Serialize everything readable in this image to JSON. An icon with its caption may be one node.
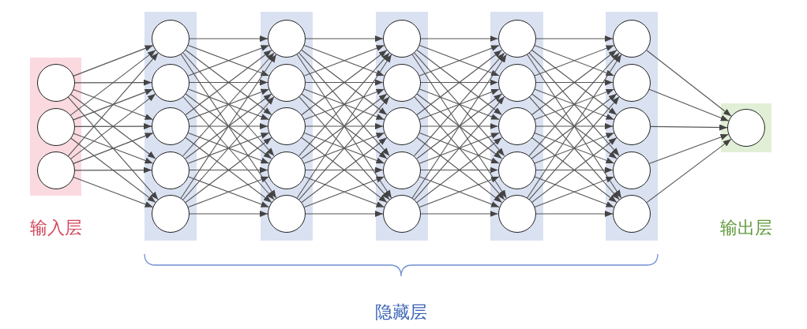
{
  "diagram": {
    "nodes": [
      {
        "text": [
          "输入层"
        ]
      },
      {
        "text": [],
        "shape": "circle",
        "in": 0
      },
      {
        "text": [],
        "shape": "circle",
        "in": 0
      },
      {
        "text": [],
        "shape": "circle",
        "in": 0
      },
      {
        "text": [],
        "shape": "box"
      },
      {
        "text": [],
        "shape": "circle",
        "in": 4
      },
      {
        "text": [],
        "shape": "circle",
        "in": 4
      },
      {
        "text": [],
        "shape": "circle",
        "in": 4
      },
      {
        "text": [],
        "shape": "circle",
        "in": 4
      },
      {
        "text": [],
        "shape": "circle",
        "in": 4
      },
      {
        "text": [],
        "shape": "box"
      },
      {
        "text": [],
        "shape": "circle",
        "in": 10
      },
      {
        "text": [],
        "shape": "circle",
        "in": 10
      },
      {
        "text": [],
        "shape": "circle",
        "in": 10
      },
      {
        "text": [],
        "shape": "circle",
        "in": 10
      },
      {
        "text": [],
        "shape": "circle",
        "in": 10
      },
      {
        "text": [],
        "shape": "box"
      },
      {
        "text": [],
        "shape": "circle",
        "in": 16
      },
      {
        "text": [],
        "shape": "circle",
        "in": 16
      },
      {
        "text": [],
        "shape": "circle",
        "in": 16
      },
      {
        "text": [],
        "shape": "circle",
        "in": 16
      },
      {
        "text": [],
        "shape": "circle",
        "in": 16
      },
      {
        "text": [],
        "shape": "box"
      },
      {
        "text": [],
        "shape": "circle",
        "in": 22
      },
      {
        "text": [],
        "shape": "circle",
        "in": 22
      },
      {
        "text": [],
        "shape": "circle",
        "in": 22
      },
      {
        "text": [],
        "shape": "circle",
        "in": 22
      },
      {
        "text": [],
        "shape": "circle",
        "in": 22
      },
      {
        "text": [],
        "shape": "box"
      },
      {
        "text": [],
        "shape": "circle",
        "in": 28
      },
      {
        "text": [],
        "shape": "circle",
        "in": 28
      },
      {
        "text": [],
        "shape": "circle",
        "in": 28
      },
      {
        "text": [],
        "shape": "circle",
        "in": 28
      },
      {
        "text": [],
        "shape": "circle",
        "in": 28
      },
      {
        "text": [
          "输出层"
        ]
      },
      {
        "text": [],
        "shape": "circle",
        "in": 34
      }
    ],
    "edges": [
      {
        "from": 1,
        "to": 5,
        "arrow": "to"
      },
      {
        "from": 1,
        "to": 6,
        "arrow": "to"
      },
      {
        "from": 1,
        "to": 7,
        "arrow": "to"
      },
      {
        "from": 1,
        "to": 8,
        "arrow": "to"
      },
      {
        "from": 1,
        "to": 9,
        "arrow": "to"
      },
      {
        "from": 2,
        "to": 5,
        "arrow": "to"
      },
      {
        "from": 2,
        "to": 6,
        "arrow": "to"
      },
      {
        "from": 2,
        "to": 7,
        "arrow": "to"
      },
      {
        "from": 2,
        "to": 8,
        "arrow": "to"
      },
      {
        "from": 2,
        "to": 9,
        "arrow": "to"
      },
      {
        "from": 3,
        "to": 5,
        "arrow": "to"
      },
      {
        "from": 3,
        "to": 6,
        "arrow": "to"
      },
      {
        "from": 3,
        "to": 7,
        "arrow": "to"
      },
      {
        "from": 3,
        "to": 8,
        "arrow": "to"
      },
      {
        "from": 3,
        "to": 9,
        "arrow": "to"
      },
      {
        "from": 5,
        "to": 11,
        "arrow": "to"
      },
      {
        "from": 5,
        "to": 12,
        "arrow": "to"
      },
      {
        "from": 5,
        "to": 13,
        "arrow": "to"
      },
      {
        "from": 5,
        "to": 14,
        "arrow": "to"
      },
      {
        "from": 5,
        "to": 15,
        "arrow": "to"
      },
      {
        "from": 6,
        "to": 11,
        "arrow": "to"
      },
      {
        "from": 6,
        "to": 12,
        "arrow": "to"
      },
      {
        "from": 6,
        "to": 13,
        "arrow": "to"
      },
      {
        "from": 6,
        "to": 14,
        "arrow": "to"
      },
      {
        "from": 6,
        "to": 15,
        "arrow": "to"
      },
      {
        "from": 7,
        "to": 11,
        "arrow": "to"
      },
      {
        "from": 7,
        "to": 12,
        "arrow": "to"
      },
      {
        "from": 7,
        "to": 13,
        "arrow": "to"
      },
      {
        "from": 7,
        "to": 14,
        "arrow": "to"
      },
      {
        "from": 7,
        "to": 15,
        "arrow": "to"
      },
      {
        "from": 8,
        "to": 11,
        "arrow": "to"
      },
      {
        "from": 8,
        "to": 12,
        "arrow": "to"
      },
      {
        "from": 8,
        "to": 13,
        "arrow": "to"
      },
      {
        "from": 8,
        "to": 14,
        "arrow": "to"
      },
      {
        "from": 8,
        "to": 15,
        "arrow": "to"
      },
      {
        "from": 9,
        "to": 11,
        "arrow": "to"
      },
      {
        "from": 9,
        "to": 12,
        "arrow": "to"
      },
      {
        "from": 9,
        "to": 13,
        "arrow": "to"
      },
      {
        "from": 9,
        "to": 14,
        "arrow": "to"
      },
      {
        "from": 9,
        "to": 15,
        "arrow": "to"
      },
      {
        "from": 11,
        "to": 17,
        "arrow": "to"
      },
      {
        "from": 11,
        "to": 18,
        "arrow": "to"
      },
      {
        "from": 11,
        "to": 19,
        "arrow": "to"
      },
      {
        "from": 11,
        "to": 20,
        "arrow": "to"
      },
      {
        "from": 11,
        "to": 21,
        "arrow": "to"
      },
      {
        "from": 12,
        "to": 17,
        "arrow": "to"
      },
      {
        "from": 12,
        "to": 18,
        "arrow": "to"
      },
      {
        "from": 12,
        "to": 19,
        "arrow": "to"
      },
      {
        "from": 12,
        "to": 20,
        "arrow": "to"
      },
      {
        "from": 12,
        "to": 21,
        "arrow": "to"
      },
      {
        "from": 13,
        "to": 17,
        "arrow": "to"
      },
      {
        "from": 13,
        "to": 18,
        "arrow": "to"
      },
      {
        "from": 13,
        "to": 19,
        "arrow": "to"
      },
      {
        "from": 13,
        "to": 20,
        "arrow": "to"
      },
      {
        "from": 13,
        "to": 21,
        "arrow": "to"
      },
      {
        "from": 14,
        "to": 17,
        "arrow": "to"
      },
      {
        "from": 14,
        "to": 18,
        "arrow": "to"
      },
      {
        "from": 14,
        "to": 19,
        "arrow": "to"
      },
      {
        "from": 14,
        "to": 20,
        "arrow": "to"
      },
      {
        "from": 14,
        "to": 21,
        "arrow": "to"
      },
      {
        "from": 15,
        "to": 17,
        "arrow": "to"
      },
      {
        "from": 15,
        "to": 18,
        "arrow": "to"
      },
      {
        "from": 15,
        "to": 19,
        "arrow": "to"
      },
      {
        "from": 15,
        "to": 20,
        "arrow": "to"
      },
      {
        "from": 15,
        "to": 21,
        "arrow": "to"
      },
      {
        "from": 17,
        "to": 23,
        "arrow": "to"
      },
      {
        "from": 17,
        "to": 24,
        "arrow": "to"
      },
      {
        "from": 17,
        "to": 25,
        "arrow": "to"
      },
      {
        "from": 17,
        "to": 26,
        "arrow": "to"
      },
      {
        "from": 17,
        "to": 27,
        "arrow": "to"
      },
      {
        "from": 18,
        "to": 23,
        "arrow": "to"
      },
      {
        "from": 18,
        "to": 24,
        "arrow": "to"
      },
      {
        "from": 18,
        "to": 25,
        "arrow": "to"
      },
      {
        "from": 18,
        "to": 26,
        "arrow": "to"
      },
      {
        "from": 18,
        "to": 27,
        "arrow": "to"
      },
      {
        "from": 19,
        "to": 23,
        "arrow": "to"
      },
      {
        "from": 19,
        "to": 24,
        "arrow": "to"
      },
      {
        "from": 19,
        "to": 25,
        "arrow": "to"
      },
      {
        "from": 19,
        "to": 26,
        "arrow": "to"
      },
      {
        "from": 19,
        "to": 27,
        "arrow": "to"
      },
      {
        "from": 20,
        "to": 23,
        "arrow": "to"
      },
      {
        "from": 20,
        "to": 24,
        "arrow": "to"
      },
      {
        "from": 20,
        "to": 25,
        "arrow": "to"
      },
      {
        "from": 20,
        "to": 26,
        "arrow": "to"
      },
      {
        "from": 20,
        "to": 27,
        "arrow": "to"
      },
      {
        "from": 21,
        "to": 23,
        "arrow": "to"
      },
      {
        "from": 21,
        "to": 24,
        "arrow": "to"
      },
      {
        "from": 21,
        "to": 25,
        "arrow": "to"
      },
      {
        "from": 21,
        "to": 26,
        "arrow": "to"
      },
      {
        "from": 21,
        "to": 27,
        "arrow": "to"
      },
      {
        "from": 23,
        "to": 29,
        "arrow": "to"
      },
      {
        "from": 23,
        "to": 30,
        "arrow": "to"
      },
      {
        "from": 23,
        "to": 31,
        "arrow": "to"
      },
      {
        "from": 23,
        "to": 32,
        "arrow": "to"
      },
      {
        "from": 23,
        "to": 33,
        "arrow": "to"
      },
      {
        "from": 24,
        "to": 29,
        "arrow": "to"
      },
      {
        "from": 24,
        "to": 30,
        "arrow": "to"
      },
      {
        "from": 24,
        "to": 31,
        "arrow": "to"
      },
      {
        "from": 24,
        "to": 32,
        "arrow": "to"
      },
      {
        "from": 24,
        "to": 33,
        "arrow": "to"
      },
      {
        "from": 25,
        "to": 29,
        "arrow": "to"
      },
      {
        "from": 25,
        "to": 30,
        "arrow": "to"
      },
      {
        "from": 25,
        "to": 31,
        "arrow": "to"
      },
      {
        "from": 25,
        "to": 32,
        "arrow": "to"
      },
      {
        "from": 25,
        "to": 33,
        "arrow": "to"
      },
      {
        "from": 26,
        "to": 29,
        "arrow": "to"
      },
      {
        "from": 26,
        "to": 30,
        "arrow": "to"
      },
      {
        "from": 26,
        "to": 31,
        "arrow": "to"
      },
      {
        "from": 26,
        "to": 32,
        "arrow": "to"
      },
      {
        "from": 26,
        "to": 33,
        "arrow": "to"
      },
      {
        "from": 27,
        "to": 29,
        "arrow": "to"
      },
      {
        "from": 27,
        "to": 30,
        "arrow": "to"
      },
      {
        "from": 27,
        "to": 31,
        "arrow": "to"
      },
      {
        "from": 27,
        "to": 32,
        "arrow": "to"
      },
      {
        "from": 27,
        "to": 33,
        "arrow": "to"
      },
      {
        "from": 29,
        "to": 35,
        "arrow": "to"
      },
      {
        "from": 30,
        "to": 35,
        "arrow": "to"
      },
      {
        "from": 31,
        "to": 35,
        "arrow": "to"
      },
      {
        "from": 32,
        "to": 35,
        "arrow": "to"
      },
      {
        "from": 33,
        "to": 35,
        "arrow": "to"
      }
    ],
    "labels": [
      "隐藏层"
    ]
  }
}
